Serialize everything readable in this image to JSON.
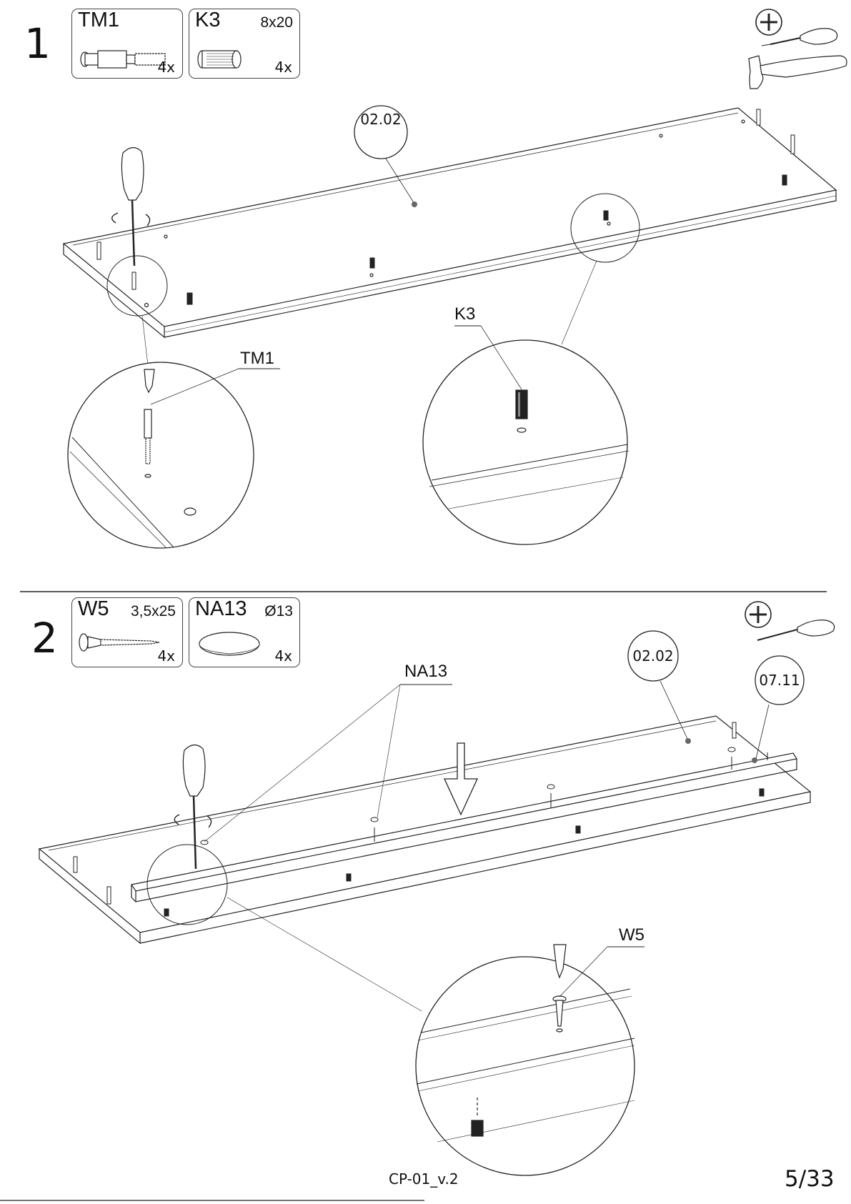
{
  "steps": [
    {
      "number": "1",
      "parts": [
        {
          "code": "TM1",
          "size": "",
          "qty": "4x",
          "icon": "cam-bolt-icon"
        },
        {
          "code": "K3",
          "size": "8x20",
          "qty": "4x",
          "icon": "wood-dowel-icon"
        }
      ],
      "tools": [
        "phillips-icon",
        "screwdriver-icon",
        "hammer-icon"
      ],
      "panel_label": "02.02",
      "callouts": {
        "left": "TM1",
        "right": "K3"
      }
    },
    {
      "number": "2",
      "parts": [
        {
          "code": "W5",
          "size": "3,5x25",
          "qty": "4x",
          "icon": "wood-screw-icon"
        },
        {
          "code": "NA13",
          "size": "Ø13",
          "qty": "4x",
          "icon": "cap-disc-icon"
        }
      ],
      "tools": [
        "phillips-icon",
        "screwdriver-icon"
      ],
      "panel_labels": [
        "02.02",
        "07.11"
      ],
      "callouts": {
        "cap": "NA13",
        "screw": "W5"
      }
    }
  ],
  "footer": {
    "code": "CP-01_v.2",
    "page": "5/33"
  }
}
